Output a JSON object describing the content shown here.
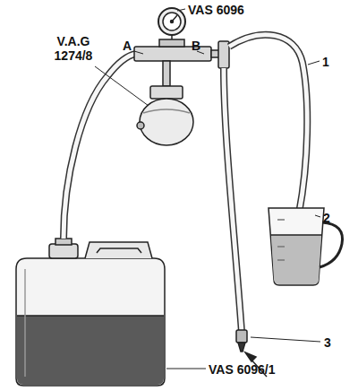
{
  "diagram": {
    "labels": [
      "VAS 6096",
      "V.A.G 1274/8",
      "A",
      "B",
      "1",
      "2",
      "3",
      "VAS 6096/1"
    ]
  }
}
